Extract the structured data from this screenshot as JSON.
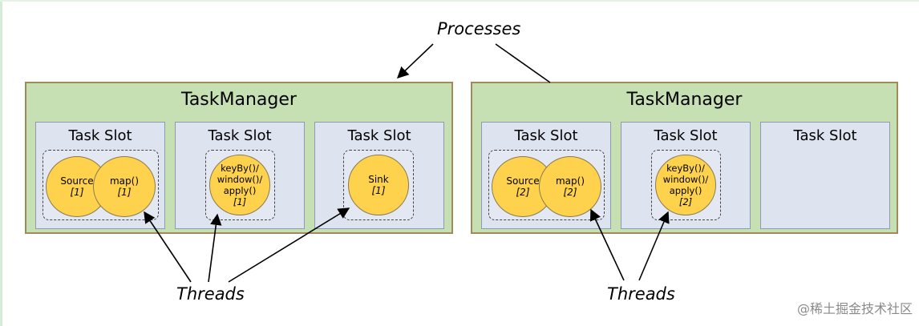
{
  "labels": {
    "processes": "Processes",
    "threads_left": "Threads",
    "threads_right": "Threads"
  },
  "task_managers": [
    {
      "title": "TaskManager",
      "slots": [
        {
          "title": "Task Slot",
          "operators": [
            {
              "name": "Source",
              "parallelism": "[1]"
            },
            {
              "name": "map()",
              "parallelism": "[1]"
            }
          ]
        },
        {
          "title": "Task Slot",
          "operators": [
            {
              "name": "keyBy()/ window()/ apply()",
              "parallelism": "[1]"
            }
          ]
        },
        {
          "title": "Task Slot",
          "operators": [
            {
              "name": "Sink",
              "parallelism": "[1]"
            }
          ]
        }
      ]
    },
    {
      "title": "TaskManager",
      "slots": [
        {
          "title": "Task Slot",
          "operators": [
            {
              "name": "Source",
              "parallelism": "[2]"
            },
            {
              "name": "map()",
              "parallelism": "[2]"
            }
          ]
        },
        {
          "title": "Task Slot",
          "operators": [
            {
              "name": "keyBy()/ window()/ apply()",
              "parallelism": "[2]"
            }
          ]
        },
        {
          "title": "Task Slot",
          "operators": []
        }
      ]
    }
  ],
  "watermark": "@稀土掘金技术社区",
  "colors": {
    "task_manager_bg": "#c6e0b4",
    "task_manager_border": "#a08a58",
    "slot_bg": "#dde3ef",
    "operator_fill": "#ffd24d"
  }
}
